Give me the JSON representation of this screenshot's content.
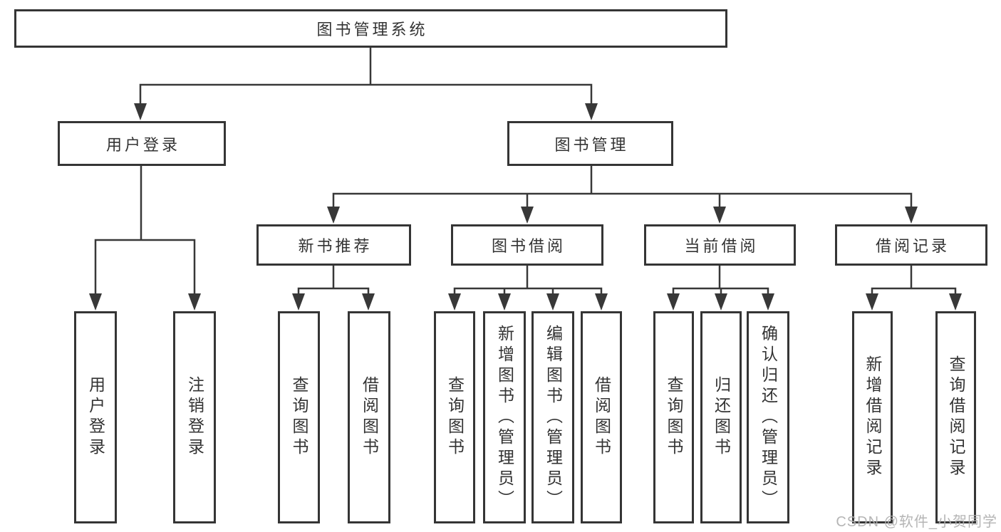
{
  "diagram": {
    "title_node": "图书管理系统",
    "branches": [
      {
        "label": "用户登录",
        "children": [
          "用户登录",
          "注销登录"
        ]
      },
      {
        "label": "图书管理",
        "sections": [
          {
            "label": "新书推荐",
            "children": [
              "查询图书",
              "借阅图书"
            ]
          },
          {
            "label": "图书借阅",
            "children": [
              "查询图书",
              "新增图书（管理员）",
              "编辑图书（管理员）",
              "借阅图书"
            ]
          },
          {
            "label": "当前借阅",
            "children": [
              "查询图书",
              "归还图书",
              "确认归还（管理员）"
            ]
          },
          {
            "label": "借阅记录",
            "children": [
              "新增借阅记录",
              "查询借阅记录"
            ]
          }
        ]
      }
    ],
    "watermark": "CSDN @软件_小贺同学",
    "colors": {
      "line": "#383838",
      "box_border": "#353535",
      "text": "#333333",
      "watermark": "#afafaf",
      "background": "#ffffff"
    }
  }
}
